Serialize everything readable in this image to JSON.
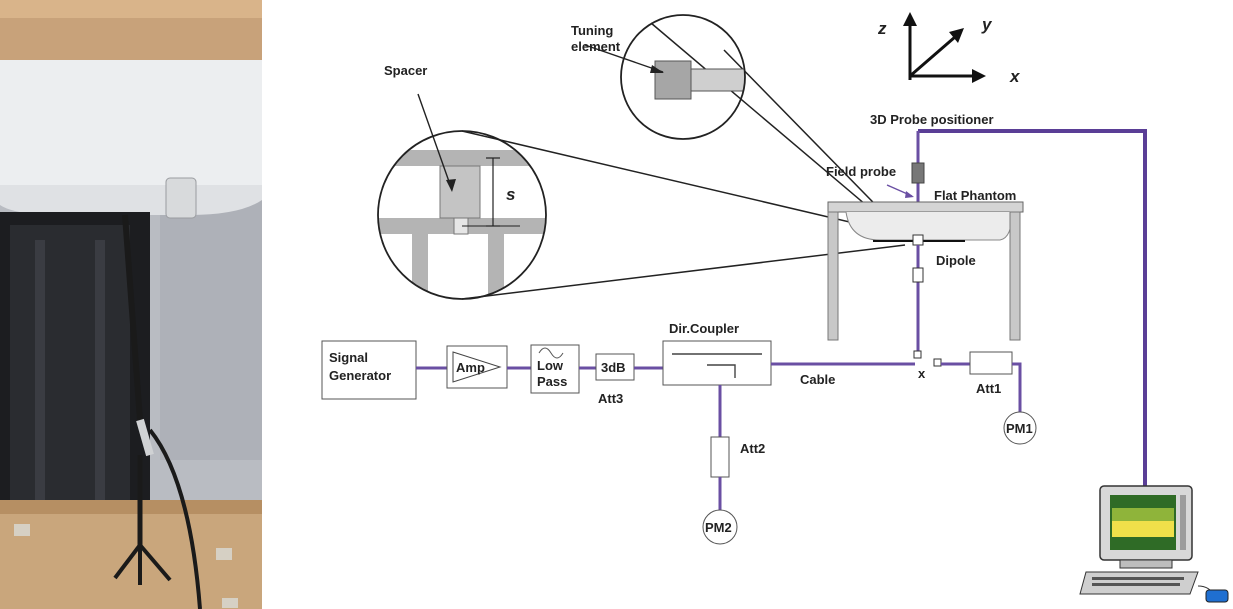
{
  "labels": {
    "tuning_element": [
      "Tuning",
      "element"
    ],
    "spacer": "Spacer",
    "spacer_dim": "s",
    "axis_z": "z",
    "axis_y": "y",
    "axis_x": "x",
    "probe_positioner": "3D Probe positioner",
    "field_probe": "Field probe",
    "flat_phantom": "Flat Phantom",
    "dipole": "Dipole",
    "signal_generator": [
      "Signal",
      "Generator"
    ],
    "amp": "Amp",
    "low_pass": [
      "Low",
      "Pass"
    ],
    "att3_box": "3dB",
    "att3": "Att3",
    "dir_coupler": "Dir.Coupler",
    "cable": "Cable",
    "junction": "x",
    "att1": "Att1",
    "pm1": "PM1",
    "att2": "Att2",
    "pm2": "PM2"
  },
  "colors": {
    "line": "#222222",
    "cable": "#6a4fa3",
    "grey": "#c8c8c8",
    "dark_grey": "#8c8c8c",
    "screen_yellow": "#f0e04a",
    "screen_green": "#8fb43a",
    "screen_dark_green": "#2f6b26",
    "mouse_blue": "#1f6fd1"
  }
}
